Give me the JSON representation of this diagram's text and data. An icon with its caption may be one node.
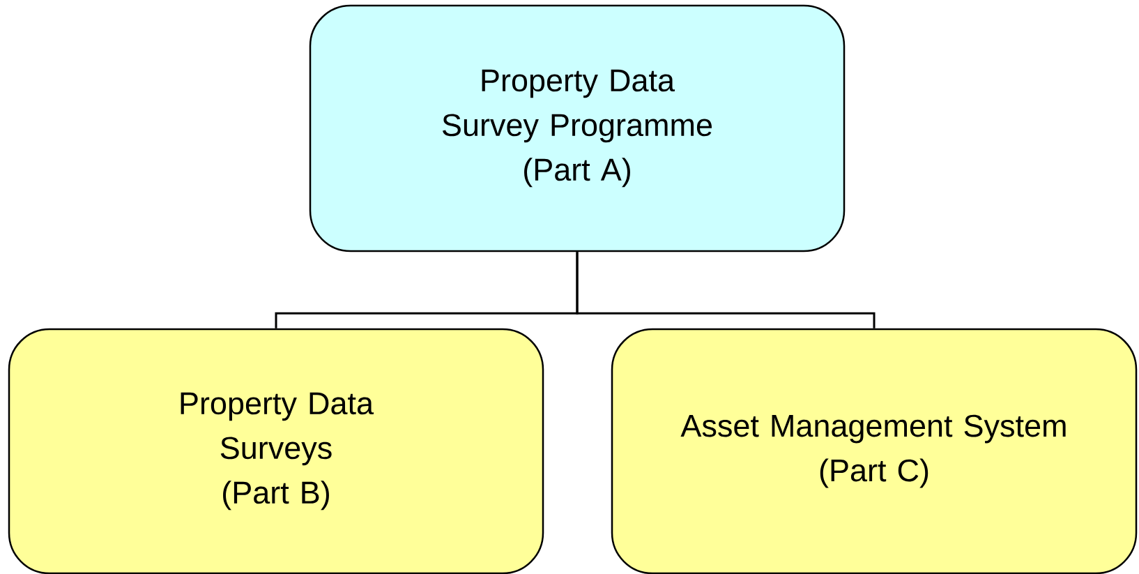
{
  "diagram": {
    "nodes": [
      {
        "text": [
          "Property Data Survey Programme",
          "(Part A)"
        ]
      },
      {
        "text": [
          "Property Data Surveys",
          "(Part B)"
        ]
      },
      {
        "text": [
          "Asset Management System",
          "(Part C)"
        ]
      }
    ],
    "edges": [
      {
        "from": 0,
        "to": 1,
        "arrow": "none"
      },
      {
        "from": 0,
        "to": 2,
        "arrow": "none"
      }
    ]
  }
}
